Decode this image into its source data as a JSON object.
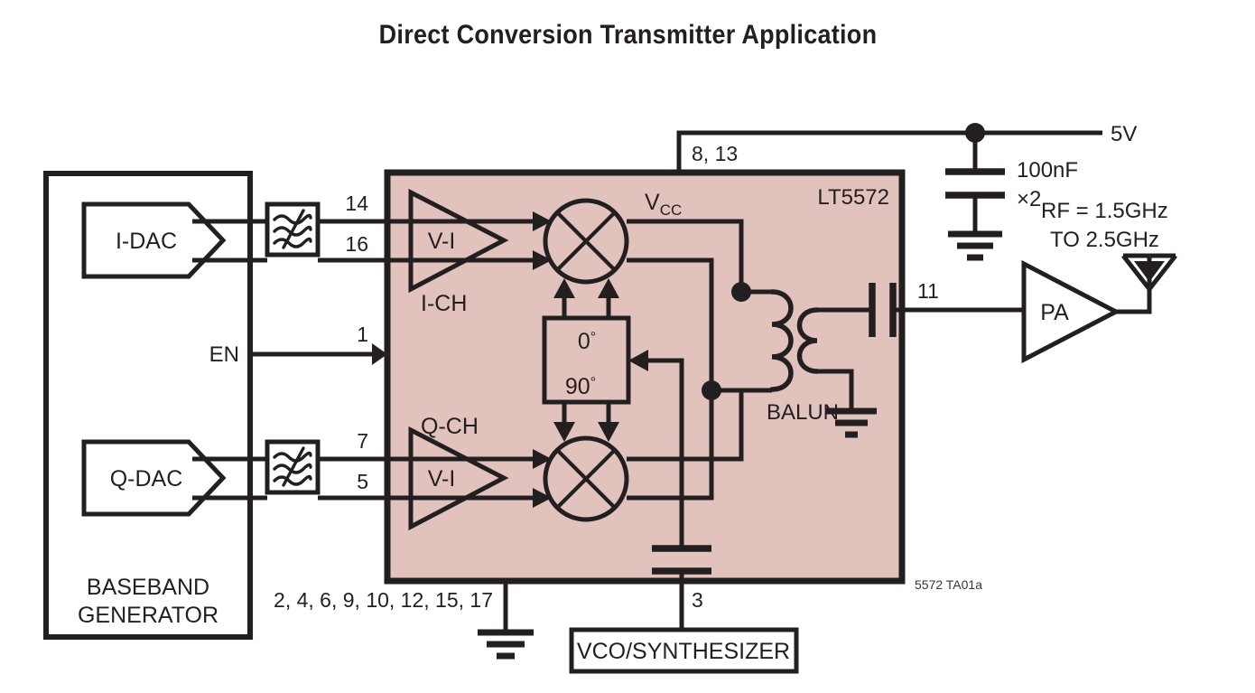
{
  "figure": {
    "title": "Direct Conversion Transmitter Application",
    "credit": "5572 TA01a",
    "chip_fill_color": "#e2c2bd",
    "line_color": "#231f20"
  },
  "chip": {
    "part_number": "LT5572",
    "supply_label": "VCC",
    "supply_label_main": "V",
    "supply_label_sub": "CC",
    "blocks": {
      "i_channel_amp": "V-I",
      "i_channel_name": "I-CH",
      "q_channel_amp": "V-I",
      "q_channel_name": "Q-CH",
      "phase_0": "0°",
      "phase_90": "90°",
      "phase_0_num": "0",
      "phase_90_num": "90",
      "degree_sign": "°",
      "balun": "BALUN"
    }
  },
  "baseband": {
    "group_label_line1": "BASEBAND",
    "group_label_line2": "GENERATOR",
    "i_dac": "I-DAC",
    "q_dac": "Q-DAC",
    "enable_label": "EN"
  },
  "pins": {
    "i_dac_p": "14",
    "i_dac_n": "16",
    "enable": "1",
    "q_dac_p": "7",
    "q_dac_n": "5",
    "vcc": "8, 13",
    "rf_out": "11",
    "lo_in": "3",
    "ground": "2, 4, 6, 9, 10, 12, 15, 17"
  },
  "external": {
    "supply_voltage": "5V",
    "bypass_cap_value": "100nF",
    "bypass_cap_count": "×2",
    "power_amp": "PA",
    "rf_range_line1": "RF = 1.5GHz",
    "rf_range_line2": "TO 2.5GHz",
    "vco": "VCO/SYNTHESIZER"
  },
  "icons": {
    "lowpass_filter": "lowpass-filter-icon",
    "mixer": "mixer-icon",
    "antenna": "antenna-icon",
    "ground": "ground-icon",
    "capacitor": "capacitor-icon",
    "junction": "junction-dot-icon"
  }
}
